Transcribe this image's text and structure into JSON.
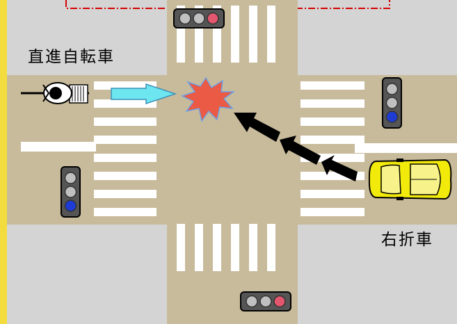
{
  "labels": {
    "cyclist": "直進自転車",
    "car": "右折車"
  },
  "colors": {
    "road": "#c8bb9b",
    "ground": "#d4d4d4",
    "crosswalk": "#ffffff",
    "cyclist_arrow": "#6ee6f0",
    "car_arrow": "#000000",
    "car": "#f2ea0b",
    "collision": "#ea5a45",
    "signal_red": "#e2566e",
    "signal_blue": "#1f3bd6",
    "signal_grey": "#c0c0c0",
    "frame_dash": "#d40000",
    "left_border": "#f3dd3e"
  },
  "signals": [
    {
      "id": "top",
      "orientation": "horizontal",
      "lit": "red"
    },
    {
      "id": "right",
      "orientation": "vertical",
      "lit": "blue"
    },
    {
      "id": "left",
      "orientation": "vertical",
      "lit": "blue"
    },
    {
      "id": "bottom",
      "orientation": "horizontal",
      "lit": "red"
    }
  ]
}
